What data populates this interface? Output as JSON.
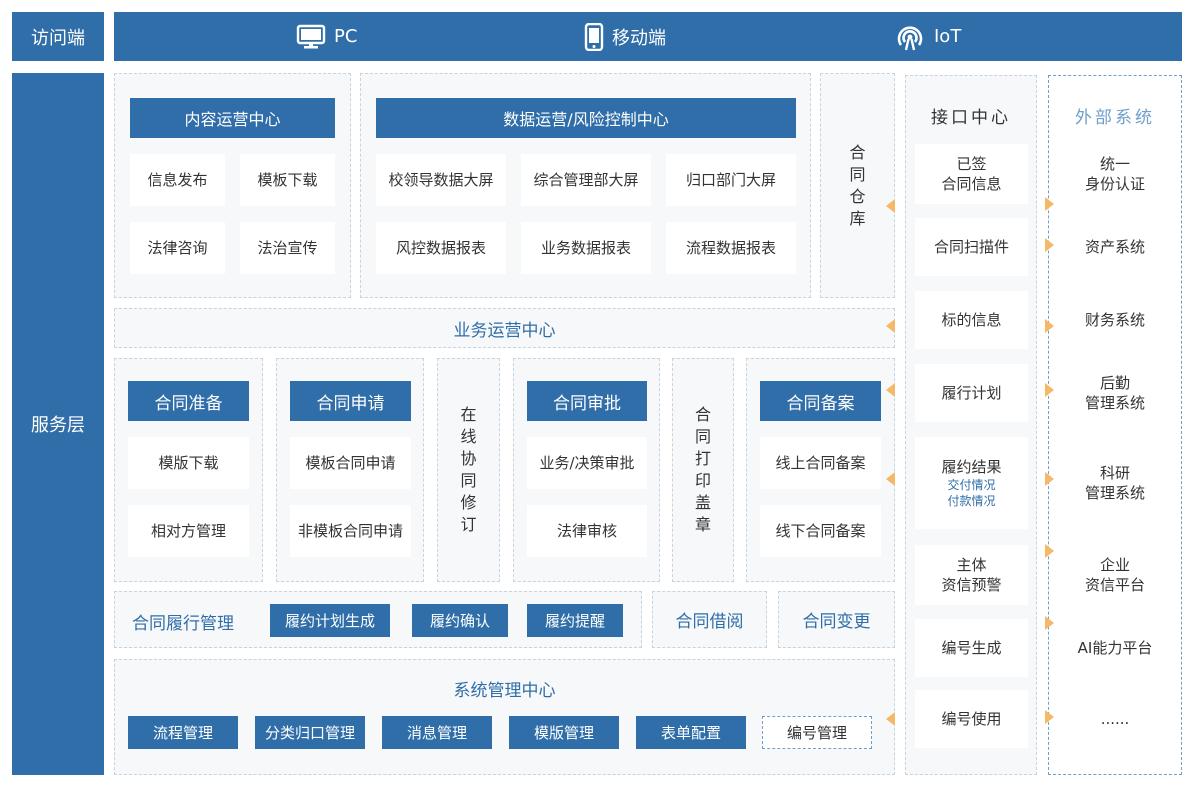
{
  "access": {
    "label": "访问端",
    "items": [
      {
        "icon": "monitor-icon",
        "label": "PC"
      },
      {
        "icon": "mobile-phone-icon",
        "label": "移动端"
      },
      {
        "icon": "wireless-signal-icon",
        "label": "IoT"
      }
    ]
  },
  "service_label": "服务层",
  "content_center": {
    "title": "内容运营中心",
    "items": [
      "信息发布",
      "模板下载",
      "法律咨询",
      "法治宣传"
    ]
  },
  "data_center": {
    "title": "数据运营/风险控制中心",
    "items": [
      "校领导数据大屏",
      "综合管理部大屏",
      "归口部门大屏",
      "风控数据报表",
      "业务数据报表",
      "流程数据报表"
    ]
  },
  "repository": {
    "label": "合同仓库",
    "chars": [
      "合",
      "同",
      "仓",
      "库"
    ]
  },
  "business_center": {
    "title": "业务运营中心"
  },
  "prepare": {
    "title": "合同准备",
    "items": [
      "模版下载",
      "相对方管理"
    ]
  },
  "apply": {
    "title": "合同申请",
    "items": [
      "模板合同申请",
      "非模板合同申请"
    ]
  },
  "revise": {
    "label": "在线协同修订",
    "chars": [
      "在",
      "线",
      "协",
      "同",
      "修",
      "订"
    ]
  },
  "approve": {
    "title": "合同审批",
    "items": [
      "业务/决策审批",
      "法律审核"
    ]
  },
  "print": {
    "label": "合同打印盖章",
    "chars": [
      "合",
      "同",
      "打",
      "印",
      "盖",
      "章"
    ]
  },
  "record": {
    "title": "合同备案",
    "items": [
      "线上合同备案",
      "线下合同备案"
    ]
  },
  "performance": {
    "title": "合同履行管理",
    "buttons": [
      "履约计划生成",
      "履约确认",
      "履约提醒"
    ]
  },
  "borrow": {
    "label": "合同借阅"
  },
  "change": {
    "label": "合同变更"
  },
  "system_center": {
    "title": "系统管理中心",
    "buttons": [
      "流程管理",
      "分类归口管理",
      "消息管理",
      "模版管理",
      "表单配置"
    ],
    "outline_button": "编号管理"
  },
  "interface": {
    "title": "接口中心",
    "items": [
      {
        "lines": [
          "已签",
          "合同信息"
        ]
      },
      {
        "lines": [
          "合同扫描件"
        ]
      },
      {
        "lines": [
          "标的信息"
        ]
      },
      {
        "lines": [
          "履行计划"
        ]
      },
      {
        "lines": [
          "履约结果"
        ],
        "sub": [
          "交付情况",
          "付款情况"
        ]
      },
      {
        "lines": [
          "主体",
          "资信预警"
        ]
      },
      {
        "lines": [
          "编号生成"
        ]
      },
      {
        "lines": [
          "编号使用"
        ]
      }
    ]
  },
  "external": {
    "title": "外部系统",
    "items": [
      {
        "lines": [
          "统一",
          "身份认证"
        ]
      },
      {
        "lines": [
          "资产系统"
        ]
      },
      {
        "lines": [
          "财务系统"
        ]
      },
      {
        "lines": [
          "后勤",
          "管理系统"
        ]
      },
      {
        "lines": [
          "科研",
          "管理系统"
        ]
      },
      {
        "lines": [
          "企业",
          "资信平台"
        ]
      },
      {
        "lines": [
          "AI能力平台"
        ]
      },
      {
        "lines": [
          "......"
        ]
      }
    ]
  },
  "colors": {
    "primary": "#2f6ea8",
    "arrow": "#f5b866",
    "panel": "#f7f8fa",
    "border": "#c6d3e0"
  }
}
